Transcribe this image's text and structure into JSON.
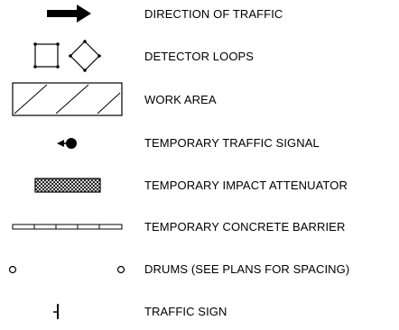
{
  "legend": {
    "items": [
      {
        "key": "direction-of-traffic",
        "label": "DIRECTION OF TRAFFIC",
        "icon": "arrow-right-icon"
      },
      {
        "key": "detector-loops",
        "label": "DETECTOR LOOPS",
        "icon": "detector-loops-icon"
      },
      {
        "key": "work-area",
        "label": "WORK AREA",
        "icon": "hatched-rectangle-icon"
      },
      {
        "key": "temporary-traffic-signal",
        "label": "TEMPORARY TRAFFIC SIGNAL",
        "icon": "traffic-signal-icon"
      },
      {
        "key": "temporary-impact-attenuator",
        "label": "TEMPORARY IMPACT ATTENUATOR",
        "icon": "crosshatched-rectangle-icon"
      },
      {
        "key": "temporary-concrete-barrier",
        "label": "TEMPORARY CONCRETE BARRIER",
        "icon": "segmented-barrier-icon"
      },
      {
        "key": "drums",
        "label": "DRUMS (SEE PLANS FOR SPACING)",
        "icon": "drum-circles-icon"
      },
      {
        "key": "traffic-sign",
        "label": "TRAFFIC SIGN",
        "icon": "traffic-sign-icon"
      }
    ]
  }
}
